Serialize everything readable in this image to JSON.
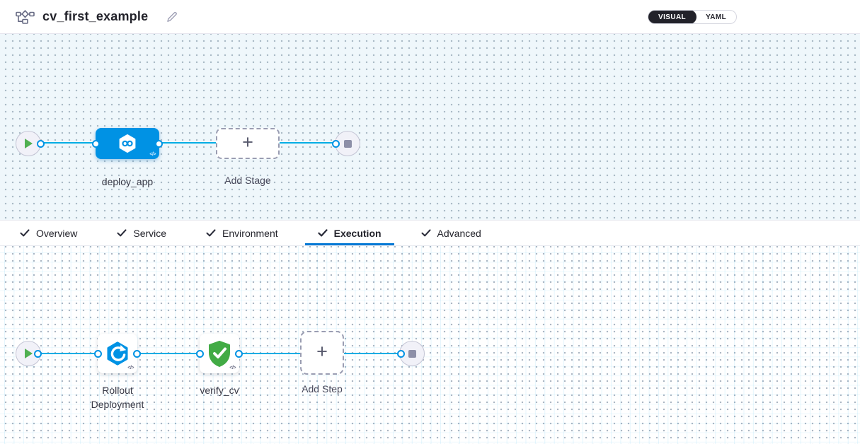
{
  "header": {
    "title": "cv_first_example",
    "toggle": {
      "visual": "VISUAL",
      "yaml": "YAML",
      "selected": "VISUAL"
    }
  },
  "stage_canvas": {
    "start_node": "play",
    "end_node": "stop",
    "stages": [
      {
        "label": "deploy_app",
        "icon": "cd-hexagon-infinity-icon",
        "selected": true
      },
      {
        "label": "Add Stage",
        "icon": "plus-icon"
      }
    ]
  },
  "tabs": [
    {
      "label": "Overview",
      "checked": true,
      "active": false
    },
    {
      "label": "Service",
      "checked": true,
      "active": false
    },
    {
      "label": "Environment",
      "checked": true,
      "active": false
    },
    {
      "label": "Execution",
      "checked": true,
      "active": true
    },
    {
      "label": "Advanced",
      "checked": true,
      "active": false
    }
  ],
  "execution_canvas": {
    "start_node": "play",
    "end_node": "stop",
    "steps": [
      {
        "label": "Rollout Deployment",
        "icon": "k8s-rollout-icon"
      },
      {
        "label": "verify_cv",
        "icon": "shield-check-icon"
      },
      {
        "label": "Add Step",
        "icon": "plus-icon"
      }
    ]
  },
  "glyphs": {
    "plus": "+",
    "code": "</>"
  },
  "colors": {
    "node_blue": "#0092e4",
    "flow_line": "#00ade4",
    "success_green": "#42ab45",
    "tab_underline": "#0278d5",
    "toggle_dark": "#22222a",
    "canvas_top_bg": "#eff7fb"
  }
}
